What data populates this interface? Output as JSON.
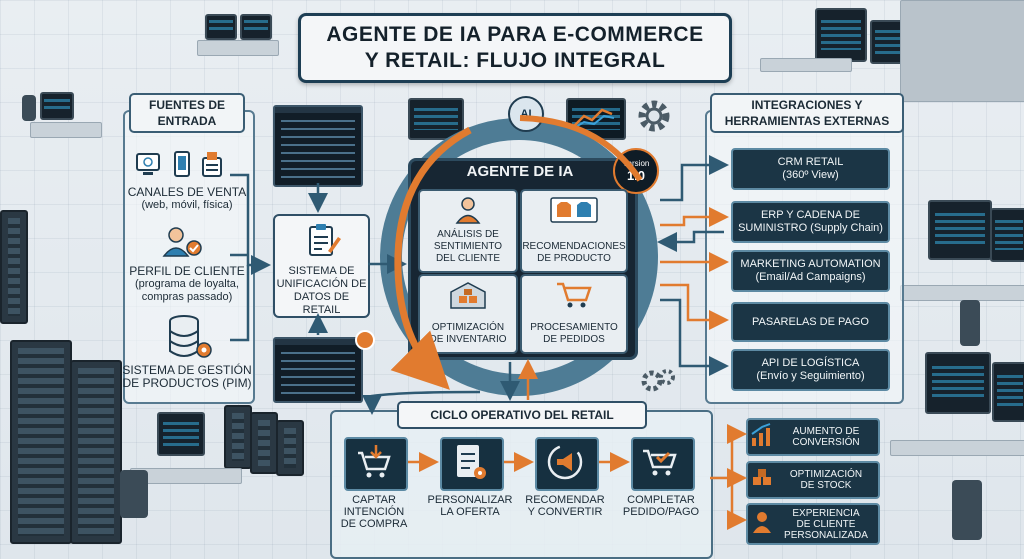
{
  "title": {
    "line1": "AGENTE DE IA PARA E-COMMERCE",
    "line2": "Y RETAIL: FLUJO INTEGRAL"
  },
  "sources": {
    "header_line1": "FUENTES DE",
    "header_line2": "ENTRADA",
    "items": [
      {
        "line1": "CANALES DE VENTA",
        "line2": "(web, móvil, física)",
        "icon": "devices-icon"
      },
      {
        "line1": "PERFIL DE CLIENTE",
        "line2": "(programa de loyalta,",
        "line3": "compras passado)",
        "icon": "customer-icon"
      },
      {
        "line1": "SISTEMA DE GESTIÓN",
        "line2": "DE PRODUCTOS (PIM)",
        "icon": "database-gear-icon"
      }
    ]
  },
  "unification": {
    "line1": "SISTEMA DE",
    "line2": "UNIFICACIÓN DE",
    "line3": "DATOS DE RETAIL"
  },
  "agent": {
    "title": "AGENTE DE IA",
    "ai_badge": "AI",
    "version_label": "Version",
    "version_number": "1.0",
    "cards": [
      {
        "line1": "ANÁLISIS DE",
        "line2": "SENTIMIENTO",
        "line3": "DEL CLIENTE"
      },
      {
        "line1": "RECOMENDACIONES",
        "line2": "DE PRODUCTO"
      },
      {
        "line1": "OPTIMIZACIÓN",
        "line2": "DE INVENTARIO"
      },
      {
        "line1": "PROCESAMIENTO",
        "line2": "DE PEDIDOS"
      }
    ]
  },
  "integrations": {
    "header_line1": "INTEGRACIONES Y",
    "header_line2": "HERRAMIENTAS EXTERNAS",
    "items": [
      {
        "line1": "CRM RETAIL",
        "line2": "(360º View)"
      },
      {
        "line1": "ERP Y CADENA DE",
        "line2": "SUMINISTRO (Supply Chain)"
      },
      {
        "line1": "MARKETING AUTOMATION",
        "line2": "(Email/Ad Campaigns)"
      },
      {
        "line1": "PASARELAS DE PAGO"
      },
      {
        "line1": "API DE LOGÍSTICA",
        "line2": "(Envío y Seguimiento)"
      }
    ]
  },
  "cycle": {
    "header": "CICLO OPERATIVO DEL RETAIL",
    "steps": [
      {
        "line1": "CAPTAR",
        "line2": "INTENCIÓN",
        "line3": "DE COMPRA"
      },
      {
        "line1": "PERSONALIZAR",
        "line2": "LA OFERTA"
      },
      {
        "line1": "RECOMENDAR",
        "line2": "Y CONVERTIR"
      },
      {
        "line1": "COMPLETAR",
        "line2": "PEDIDO/PAGO"
      }
    ]
  },
  "outcomes": [
    {
      "line1": "AUMENTO DE",
      "line2": "CONVERSIÓN"
    },
    {
      "line1": "OPTIMIZACIÓN",
      "line2": "DE STOCK"
    },
    {
      "line1": "EXPERIENCIA",
      "line2": "DE CLIENTE",
      "line3": "PERSONALIZADA"
    }
  ],
  "colors": {
    "navy": "#1b3545",
    "accent_orange": "#e17b2f",
    "ring_blue": "#4e7c95",
    "border_blue": "#5d8aa3"
  }
}
